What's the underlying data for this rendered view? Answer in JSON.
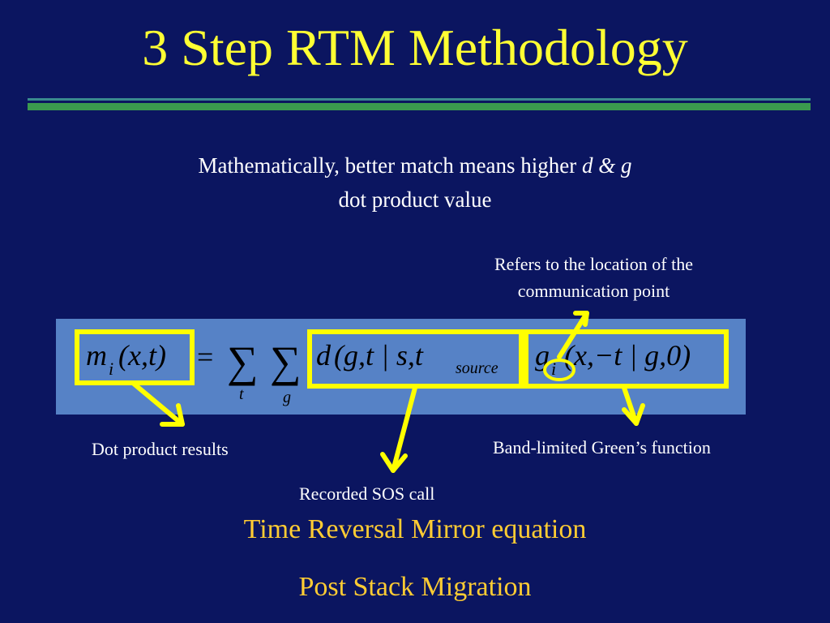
{
  "slide": {
    "title": "3 Step RTM Methodology",
    "subtitle_line1_prefix": "Mathematically, better match means higher",
    "subtitle_line1_vars": "d & g",
    "subtitle_line2": "dot product value",
    "note": "Refers to the location of the communication point",
    "annotations": {
      "dot_product": "Dot product results",
      "recorded": "Recorded SOS call",
      "greens": "Band-limited Green’s function"
    },
    "trm": "Time Reversal Mirror equation",
    "psm": "Post Stack Migration"
  },
  "equation": {
    "m": "m",
    "i": "i",
    "xt": "(x,t)",
    "eq": "=",
    "sum": "∑",
    "t": "t",
    "g": "g",
    "d": "d",
    "dargs": "(g,t | s,t",
    "source": "source",
    "gfun": "g",
    "gargs": "(x,−t | g,0)"
  },
  "colors": {
    "background": "#0b1560",
    "title": "#ffff33",
    "highlight": "#ffff00",
    "equation_box": "#5682c6",
    "gold_text": "#ffcc33"
  }
}
